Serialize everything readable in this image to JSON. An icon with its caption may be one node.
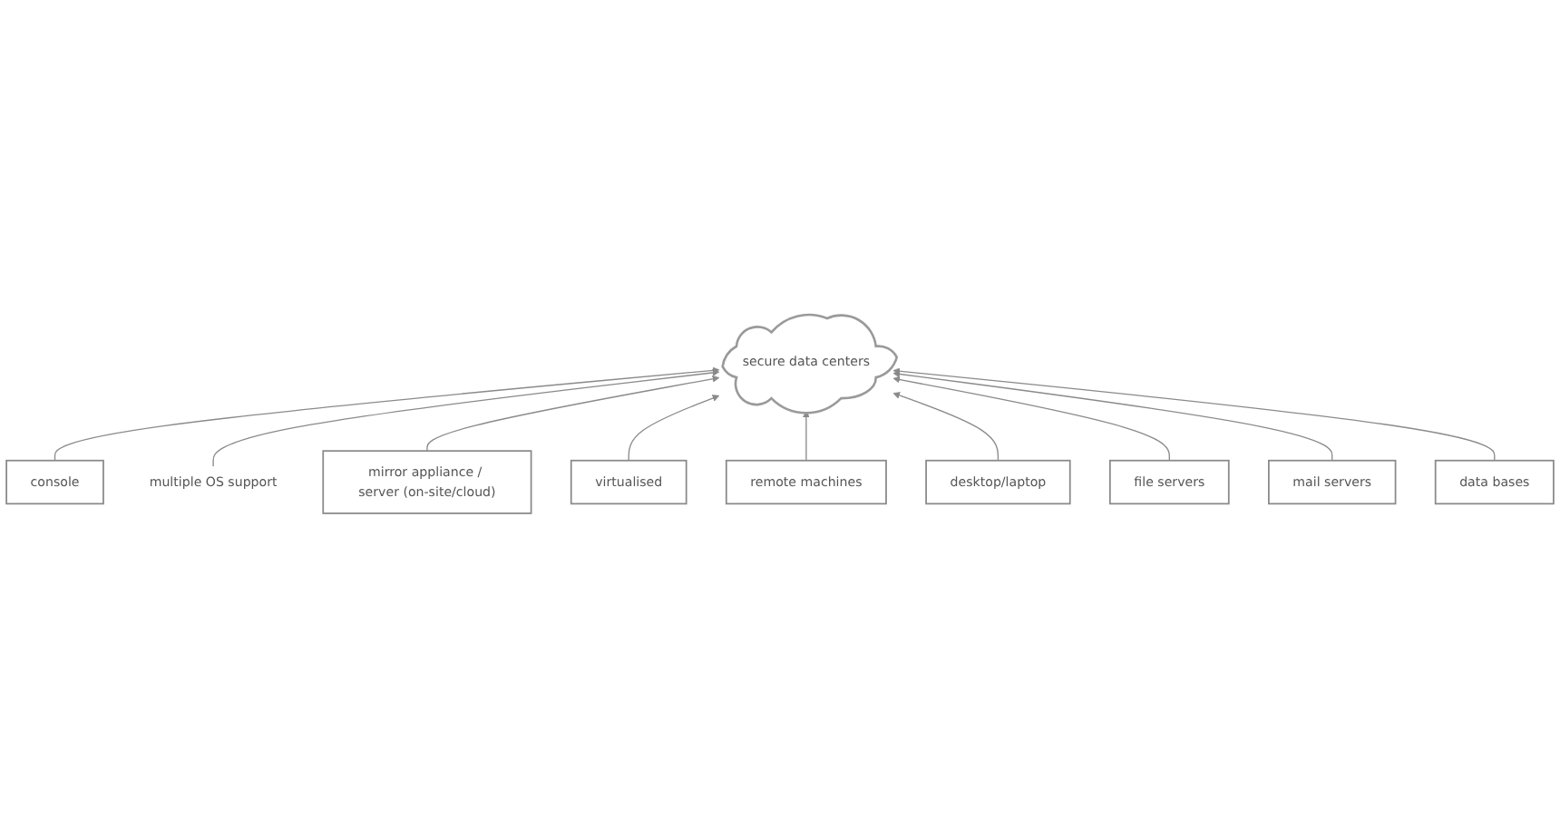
{
  "diagram": {
    "nodes": [
      {
        "text": [
          "secure data centers"
        ]
      },
      {
        "text": [
          "console"
        ]
      },
      {
        "text": [
          "multiple OS support"
        ]
      },
      {
        "text": [
          "mirror appliance / server (on-site/cloud)"
        ]
      },
      {
        "text": [
          "virtualised"
        ]
      },
      {
        "text": [
          "remote machines"
        ]
      },
      {
        "text": [
          "desktop/laptop"
        ]
      },
      {
        "text": [
          "file servers"
        ]
      },
      {
        "text": [
          "mail servers"
        ]
      },
      {
        "text": [
          "data bases"
        ]
      }
    ],
    "edges": [
      {
        "from": 1,
        "to": 0,
        "arrow": "to"
      },
      {
        "from": 2,
        "to": 0,
        "arrow": "to"
      },
      {
        "from": 3,
        "to": 0,
        "arrow": "to"
      },
      {
        "from": 4,
        "to": 0,
        "arrow": "to"
      },
      {
        "from": 5,
        "to": 0,
        "arrow": "to"
      },
      {
        "from": 6,
        "to": 0,
        "arrow": "to"
      },
      {
        "from": 7,
        "to": 0,
        "arrow": "to"
      },
      {
        "from": 8,
        "to": 0,
        "arrow": "to"
      },
      {
        "from": 9,
        "to": 0,
        "arrow": "to"
      }
    ]
  }
}
